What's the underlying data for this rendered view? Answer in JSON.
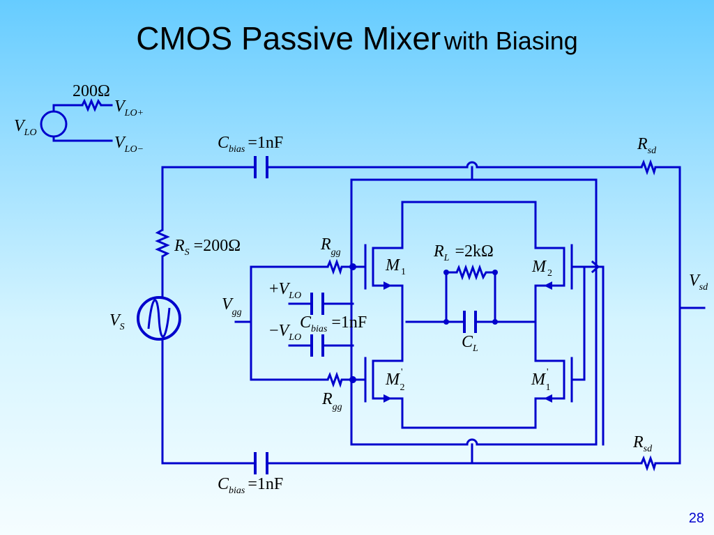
{
  "title": {
    "main": "CMOS Passive Mixer",
    "sub": "with Biasing"
  },
  "page_number": "28",
  "labels": {
    "r_lo": "200Ω",
    "v_lo_src": {
      "base": "V",
      "sub": "LO"
    },
    "v_lo_plus": {
      "base": "V",
      "sub": "LO+"
    },
    "v_lo_minus": {
      "base": "V",
      "sub": "LO−"
    },
    "cbias_top": {
      "base": "C",
      "sub": "bias",
      "value": "=1nF"
    },
    "cbias_mid": {
      "base": "C",
      "sub": "bias",
      "value": "=1nF"
    },
    "cbias_bot": {
      "base": "C",
      "sub": "bias",
      "value": "=1nF"
    },
    "rsd_top": {
      "base": "R",
      "sub": "sd"
    },
    "rsd_bot": {
      "base": "R",
      "sub": "sd"
    },
    "rs": {
      "base": "R",
      "sub": "S",
      "value": "=200Ω"
    },
    "vs": {
      "base": "V",
      "sub": "S"
    },
    "rgg_top": {
      "base": "R",
      "sub": "gg"
    },
    "rgg_bot": {
      "base": "R",
      "sub": "gg"
    },
    "vgg": {
      "base": "V",
      "sub": "gg"
    },
    "plus_vlo": {
      "sign": "+",
      "base": "V",
      "sub": "LO"
    },
    "minus_vlo": {
      "sign": "−",
      "base": "V",
      "sub": "LO"
    },
    "rl": {
      "base": "R",
      "sub": "L",
      "value": "=2kΩ"
    },
    "cl": {
      "base": "C",
      "sub": "L"
    },
    "m1": {
      "base": "M",
      "sub": "1"
    },
    "m2": {
      "base": "M",
      "sub": "2"
    },
    "m2p": {
      "base": "M",
      "sub": "2",
      "prime": "'"
    },
    "m1p": {
      "base": "M",
      "sub": "1",
      "prime": "'"
    },
    "vsd": {
      "base": "V",
      "sub": "sd"
    }
  }
}
